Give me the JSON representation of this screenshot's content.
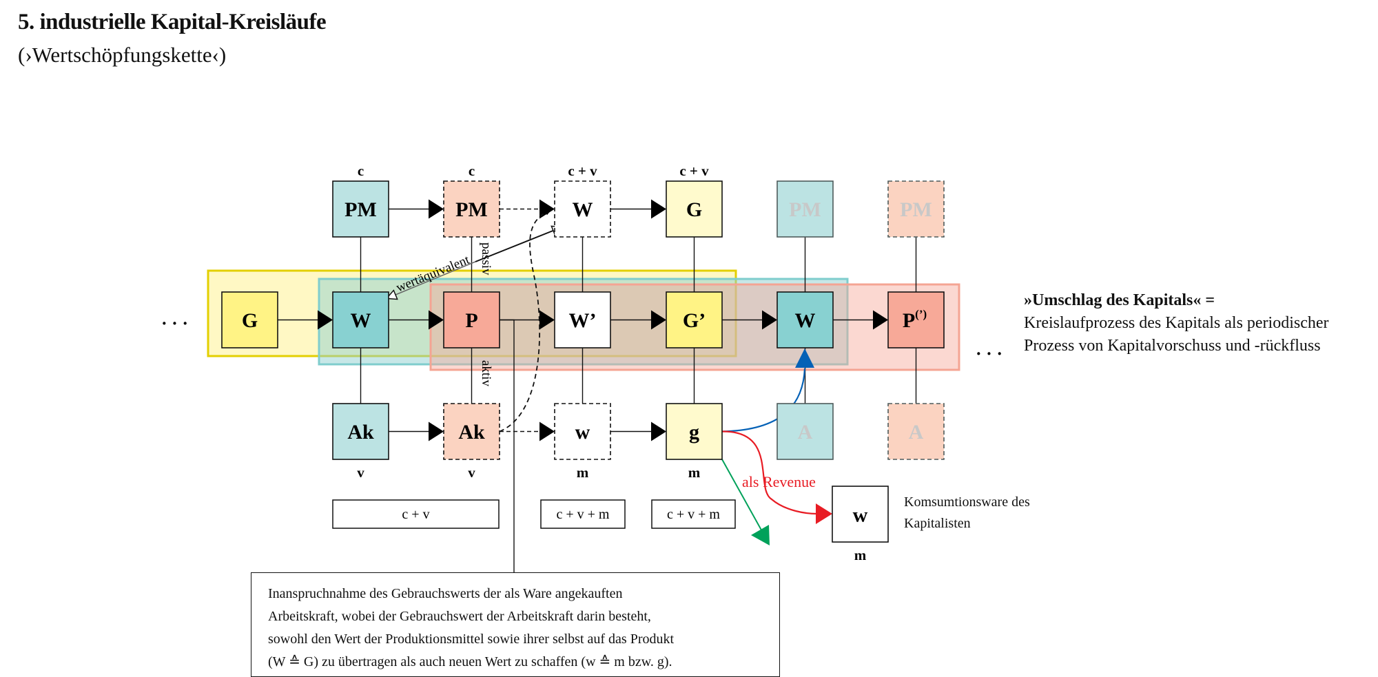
{
  "header": {
    "title": "5. industrielle Kapital-Kreisläufe",
    "subtitle": "(›Wertschöpfungskette‹)"
  },
  "colors": {
    "teal_band": "#8ad1d1",
    "yellow_band": "#fff6b0",
    "salmon_band": "#f7a998",
    "teal_box": "#88d1d1",
    "teal_light_box": "#bce3e3",
    "yellow_box": "#fff385",
    "yellow_light_box": "#fffacd",
    "salmon_box": "#f7a998",
    "salmon_light_box": "#fbd3c1",
    "revenue_red": "#e81c24",
    "blue_arrow": "#0461b6",
    "green_arrow": "#00a15a"
  },
  "diagram": {
    "ellipsis_left": "· · ·",
    "ellipsis_right": "· · ·",
    "top_row": [
      {
        "label": "PM",
        "col_label": "c",
        "style": "teal-light"
      },
      {
        "label": "PM",
        "col_label": "c",
        "style": "salmon-light-dashed"
      },
      {
        "label": "W",
        "col_label": "c + v",
        "style": "white-dashed"
      },
      {
        "label": "G",
        "col_label": "c + v",
        "style": "yellow-light"
      },
      {
        "label": "PM",
        "col_label": "",
        "style": "teal-light-faded"
      },
      {
        "label": "PM",
        "col_label": "",
        "style": "salmon-light-dashed-faded"
      }
    ],
    "middle_row": [
      {
        "label": "G",
        "style": "yellow"
      },
      {
        "label": "W",
        "style": "teal"
      },
      {
        "label": "P",
        "style": "salmon"
      },
      {
        "label": "W’",
        "style": "white"
      },
      {
        "label": "G’",
        "style": "yellow"
      },
      {
        "label": "W",
        "style": "teal"
      },
      {
        "label": "P(’)",
        "style": "salmon"
      }
    ],
    "bottom_row": [
      {
        "label": "Ak",
        "col_label": "v",
        "style": "teal-light"
      },
      {
        "label": "Ak",
        "col_label": "v",
        "style": "salmon-light-dashed"
      },
      {
        "label": "w",
        "col_label": "m",
        "style": "white-dashed"
      },
      {
        "label": "g",
        "col_label": "m",
        "style": "yellow-light"
      },
      {
        "label": "A",
        "col_label": "",
        "style": "teal-light-faded"
      },
      {
        "label": "A",
        "col_label": "",
        "style": "salmon-light-dashed-faded"
      }
    ],
    "sum_boxes": [
      "c + v",
      "c + v + m",
      "c + v + m"
    ],
    "rotated_labels": {
      "wertaequivalent": "wertäquivalent",
      "passiv": "passiv",
      "aktiv": "aktiv"
    },
    "revenue_label": "als Revenue",
    "consumption_box": {
      "label": "w",
      "col_label": "m"
    },
    "consumption_text": [
      "Komsumtionsware des",
      "Kapitalisten"
    ]
  },
  "side_note": {
    "heading": "»Umschlag des Kapitals« =",
    "lines": [
      "Kreislaufprozess des Kapitals als periodischer",
      "Prozess von Kapitalvorschuss und -rückfluss"
    ]
  },
  "note_box": {
    "lines": [
      "Inanspruchnahme des Gebrauchswerts der als Ware angekauften",
      "Arbeitskraft, wobei der Gebrauchswert der Arbeitskraft darin besteht,",
      "sowohl den Wert der Produktionsmittel sowie ihrer selbst auf das Produkt",
      "(W ≙ G) zu übertragen als auch neuen Wert zu schaffen (w ≙ m bzw. g)."
    ]
  }
}
